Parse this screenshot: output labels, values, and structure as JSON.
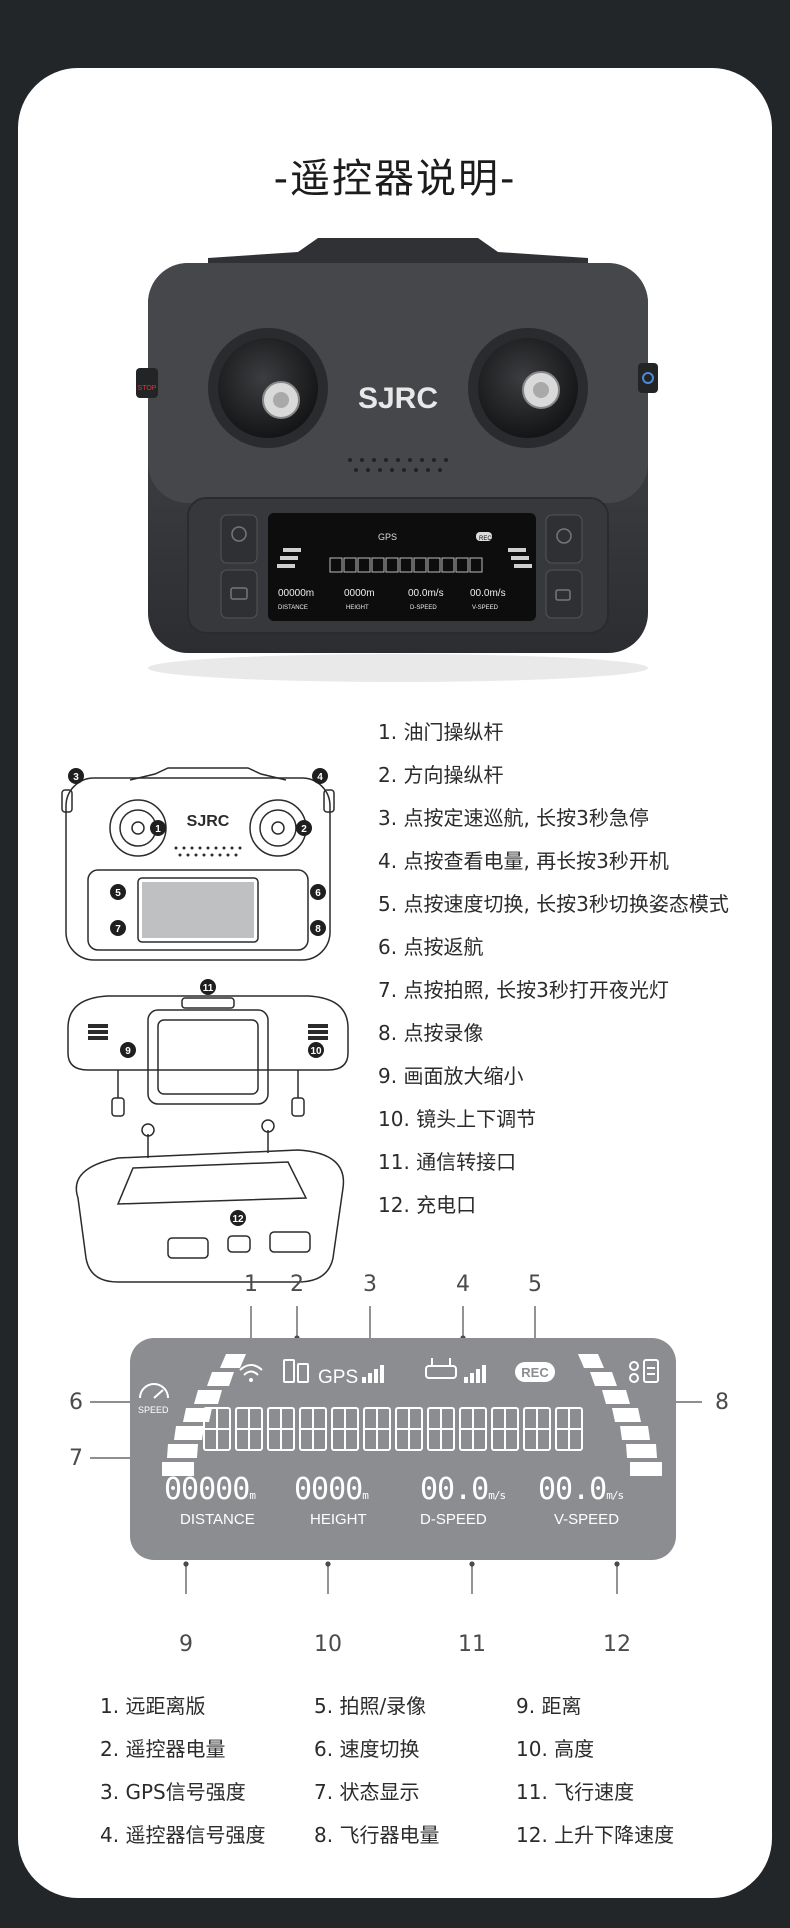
{
  "title": "-遥控器说明-",
  "controller": {
    "brand": "SJRC",
    "stop_label": "STOP",
    "mini_lcd": {
      "gps": "GPS",
      "rec": "REC",
      "values": [
        "00000m",
        "0000m",
        "00.0m/s",
        "00.0m/s"
      ],
      "captions": [
        "DISTANCE",
        "HEIGHT",
        "D-SPEED",
        "V-SPEED"
      ]
    }
  },
  "diagram_callouts": [
    "1",
    "2",
    "3",
    "4",
    "5",
    "6",
    "7",
    "8",
    "9",
    "10",
    "11",
    "12"
  ],
  "functions": [
    "1. 油门操纵杆",
    "2. 方向操纵杆",
    "3. 点按定速巡航, 长按3秒急停",
    "4. 点按查看电量, 再长按3秒开机",
    "5. 点按速度切换, 长按3秒切换姿态模式",
    "6. 点按返航",
    "7. 点按拍照, 长按3秒打开夜光灯",
    "8. 点按录像",
    "9. 画面放大缩小",
    "10. 镜头上下调节",
    "11. 通信转接口",
    "12. 充电口"
  ],
  "lcd": {
    "callouts": [
      "1",
      "2",
      "3",
      "4",
      "5",
      "6",
      "7",
      "8",
      "9",
      "10",
      "11",
      "12"
    ],
    "speed_label": "SPEED",
    "gps_label": "GPS",
    "rec_label": "REC",
    "readouts": [
      {
        "value": "00000",
        "unit": "m",
        "caption": "DISTANCE"
      },
      {
        "value": "0000",
        "unit": "m",
        "caption": "HEIGHT"
      },
      {
        "value": "00.0",
        "unit": "m/s",
        "caption": "D-SPEED"
      },
      {
        "value": "00.0",
        "unit": "m/s",
        "caption": "V-SPEED"
      }
    ]
  },
  "legend": [
    "1. 远距离版",
    "2. 遥控器电量",
    "3. GPS信号强度",
    "4. 遥控器信号强度",
    "5. 拍照/录像",
    "6. 速度切换",
    "7. 状态显示",
    "8. 飞行器电量",
    "9. 距离",
    "10. 高度",
    "11. 飞行速度",
    "12. 上升下降速度"
  ],
  "colors": {
    "background": "#222629",
    "card": "#ffffff",
    "controller_body": "#3a3c3f",
    "lcd_panel": "#8c8d90"
  }
}
